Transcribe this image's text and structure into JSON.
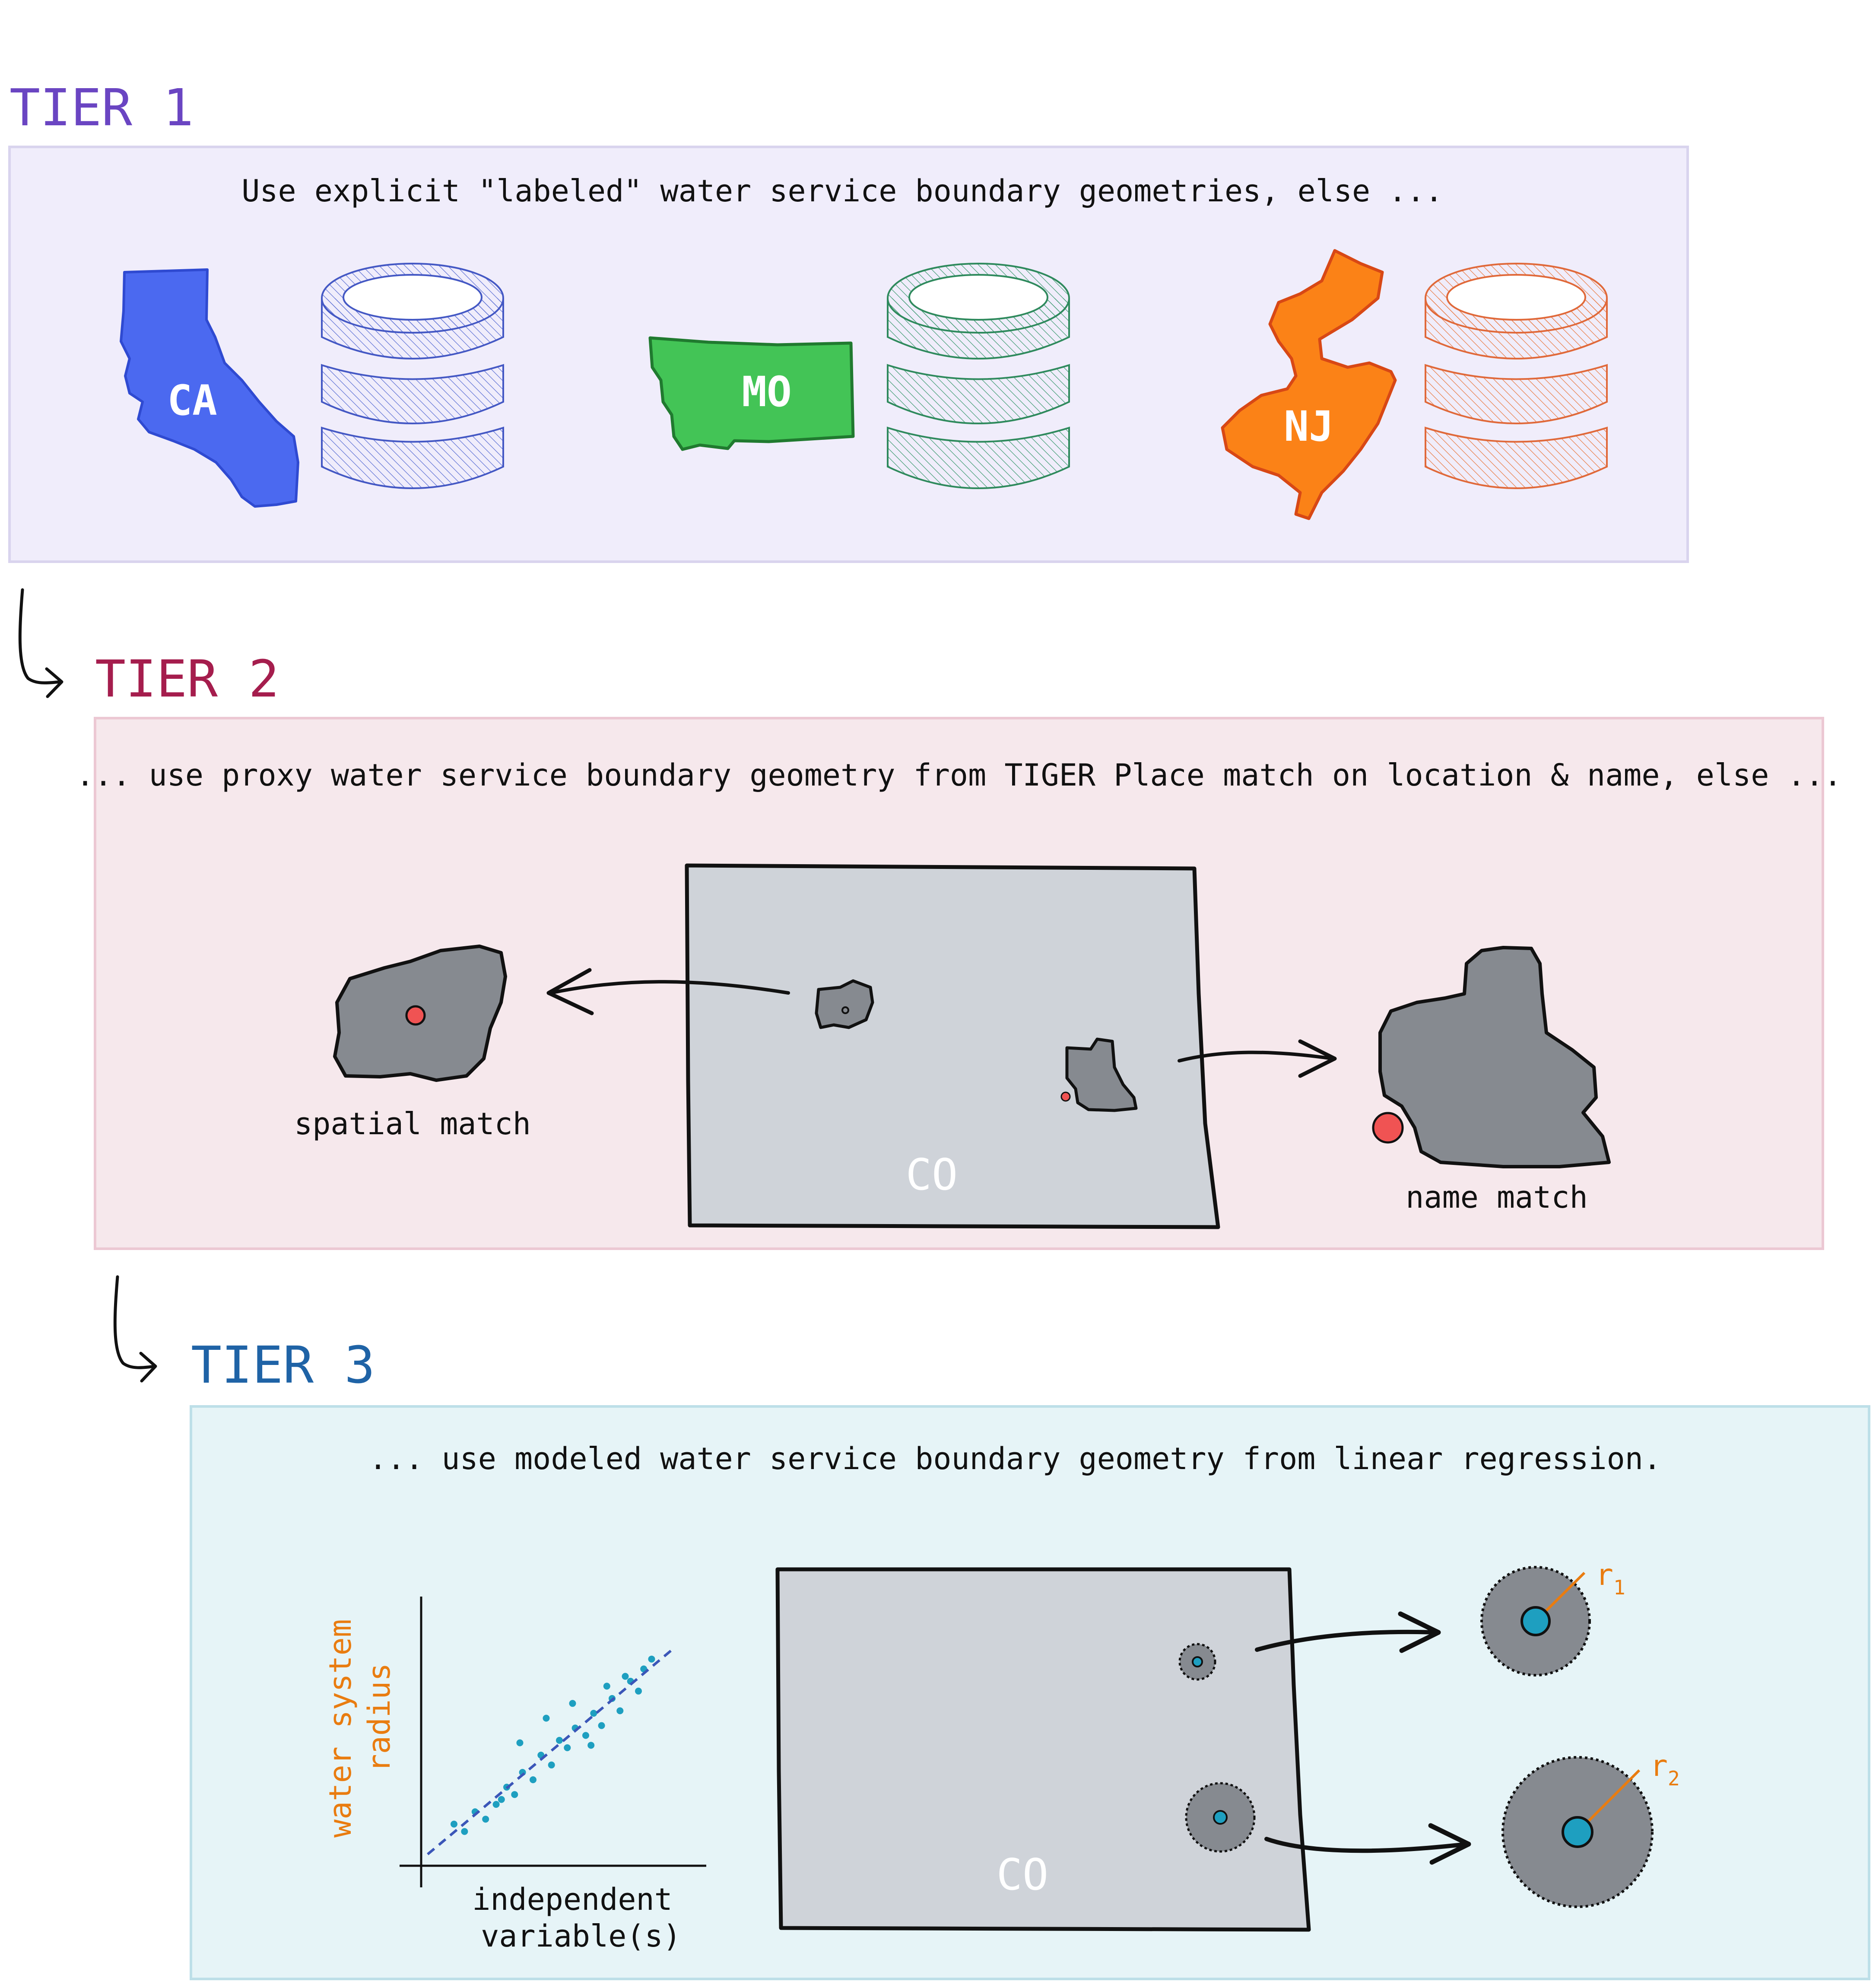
{
  "colors": {
    "tier1": "#6a45c2",
    "tier2": "#a51d4d",
    "tier3": "#1f63a6",
    "tier1_panel": "#f0edfb",
    "tier1_border": "#d9d4ee",
    "tier2_panel": "#f6e8ec",
    "tier2_border": "#ecc8d3",
    "tier3_panel": "#e6f4f7",
    "tier3_border": "#bddfe8",
    "ca_fill": "#4b69f0",
    "mo_fill": "#43c456",
    "nj_fill": "#fb8217",
    "state_gray": "#cfd3d9",
    "blob_gray": "#868a90",
    "red_dot": "#f05353",
    "teal": "#1e9fc0",
    "orange_text": "#e97c10",
    "regression_line": "#3b56b8",
    "ink": "#111111"
  },
  "tier1": {
    "title": "TIER 1",
    "description": "Use explicit \"labeled\" water service boundary geometries, else ...",
    "states": [
      {
        "label": "CA",
        "icon": "california-outline",
        "db_icon": "database-icon",
        "color": "#4b69f0"
      },
      {
        "label": "MO",
        "icon": "montana-outline",
        "db_icon": "database-icon",
        "color": "#43c456"
      },
      {
        "label": "NJ",
        "icon": "new-jersey-outline",
        "db_icon": "database-icon",
        "color": "#fb8217"
      }
    ]
  },
  "tier2": {
    "title": "TIER 2",
    "description": "... use proxy water service boundary geometry from TIGER Place match on location & name, else ...",
    "state_label": "CO",
    "spatial_label": "spatial match",
    "name_label": "name match"
  },
  "tier3": {
    "title": "TIER 3",
    "description": "...  use modeled water service boundary geometry from linear regression.",
    "state_label": "CO",
    "y_label_line1": "water system",
    "y_label_line2": "radius",
    "x_label_line1": "independent",
    "x_label_line2": "variable(s)",
    "radius_1": "r",
    "radius_1_sub": "1",
    "radius_2": "r",
    "radius_2_sub": "2"
  },
  "chart_data": {
    "type": "scatter",
    "title": "",
    "xlabel": "independent variable(s)",
    "ylabel": "water system radius",
    "grid": false,
    "trend_line": "linear",
    "x": [
      0.1,
      0.14,
      0.18,
      0.22,
      0.26,
      0.3,
      0.33,
      0.36,
      0.4,
      0.43,
      0.47,
      0.5,
      0.53,
      0.56,
      0.6,
      0.63,
      0.66,
      0.7,
      0.73,
      0.77,
      0.8,
      0.82,
      0.35,
      0.45,
      0.55,
      0.68,
      0.75,
      0.28,
      0.62,
      0.85
    ],
    "y": [
      0.12,
      0.09,
      0.17,
      0.14,
      0.2,
      0.27,
      0.24,
      0.33,
      0.3,
      0.4,
      0.36,
      0.46,
      0.43,
      0.51,
      0.48,
      0.57,
      0.52,
      0.63,
      0.58,
      0.7,
      0.66,
      0.75,
      0.45,
      0.55,
      0.61,
      0.68,
      0.72,
      0.22,
      0.44,
      0.79
    ]
  }
}
